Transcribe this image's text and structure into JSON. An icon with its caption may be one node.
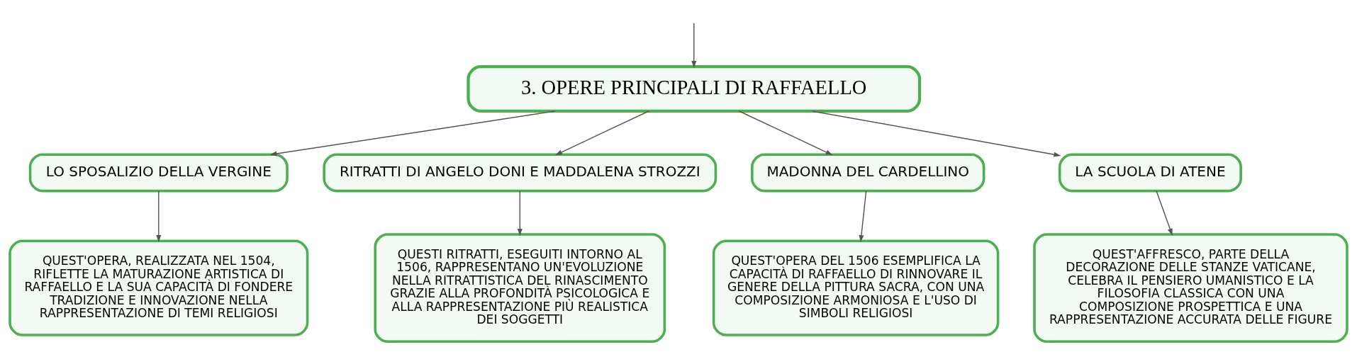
{
  "diagram": {
    "nodes": [
      {
        "text": [
          "3. OPERE PRINCIPALI DI RAFFAELLO"
        ]
      },
      {
        "text": [
          "LO SPOSALIZIO DELLA VERGINE"
        ]
      },
      {
        "text": [
          "RITRATTI DI ANGELO DONI E MADDALENA STROZZI"
        ]
      },
      {
        "text": [
          "MADONNA DEL CARDELLINO"
        ]
      },
      {
        "text": [
          "LA SCUOLA DI ATENE"
        ]
      },
      {
        "text": [
          "QUEST'OPERA, REALIZZATA NEL 1504, RIFLETTE LA MATURAZIONE ARTISTICA DI RAFFAELLO E LA SUA CAPACITÀ DI FONDERE TRADIZIONE E INNOVAZIONE NELLA RAPPRESENTAZIONE DI TEMI RELIGIOSI"
        ]
      },
      {
        "text": [
          "QUESTI RITRATTI, ESEGUITI INTORNO AL 1506, RAPPRESENTANO UN'EVOLUZIONE NELLA RITRATTISTICA DEL RINASCIMENTO GRAZIE ALLA PROFONDITÀ PSICOLOGICA E ALLA RAPPRESENTAZIONE PIÙ REALISTICA DEI SOGGETTI"
        ]
      },
      {
        "text": [
          "QUEST'OPERA DEL 1506 ESEMPLIFICA LA CAPACITÀ DI RAFFAELLO DI RINNOVARE IL GENERE DELLA PITTURA SACRA, CON UNA COMPOSIZIONE ARMONIOSA E L'USO DI SIMBOLI RELIGIOSI"
        ]
      },
      {
        "text": [
          "QUEST'AFFRESCO, PARTE DELLA DECORAZIONE DELLE STANZE VATICANE, CELEBRA IL PENSIERO UMANISTICO E LA FILOSOFIA CLASSICA CON UNA COMPOSIZIONE PROSPETTICA E UNA RAPPRESENTAZIONE ACCURATA DELLE FIGURE"
        ]
      }
    ],
    "edges": [
      {
        "from": null,
        "to": 0,
        "arrow": "to"
      },
      {
        "from": 0,
        "to": 1,
        "arrow": "to"
      },
      {
        "from": 0,
        "to": 2,
        "arrow": "to"
      },
      {
        "from": 0,
        "to": 3,
        "arrow": "to"
      },
      {
        "from": 0,
        "to": 4,
        "arrow": "to"
      },
      {
        "from": 1,
        "to": 5,
        "arrow": "to"
      },
      {
        "from": 2,
        "to": 6,
        "arrow": "to"
      },
      {
        "from": 3,
        "to": 7,
        "arrow": "to"
      },
      {
        "from": 4,
        "to": 8,
        "arrow": "to"
      }
    ]
  }
}
